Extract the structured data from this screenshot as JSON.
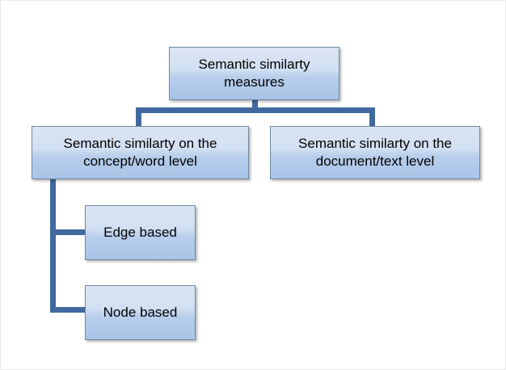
{
  "diagram": {
    "title_hidden": "",
    "background_color": "#ffffff",
    "accent_color": "#41699f",
    "node_fill_top": "#dbe5f3",
    "node_fill_bottom": "#a9c4e8",
    "node_border_color": "#7188a0",
    "nodes": [
      {
        "id": "root",
        "label": "Semantic similarty\nmeasures"
      },
      {
        "id": "concept",
        "label": "Semantic similarty on the\nconcept/word level"
      },
      {
        "id": "document",
        "label": "Semantic similarty on the\ndocument/text level"
      },
      {
        "id": "edge",
        "label": "Edge based"
      },
      {
        "id": "node",
        "label": "Node based"
      }
    ]
  }
}
